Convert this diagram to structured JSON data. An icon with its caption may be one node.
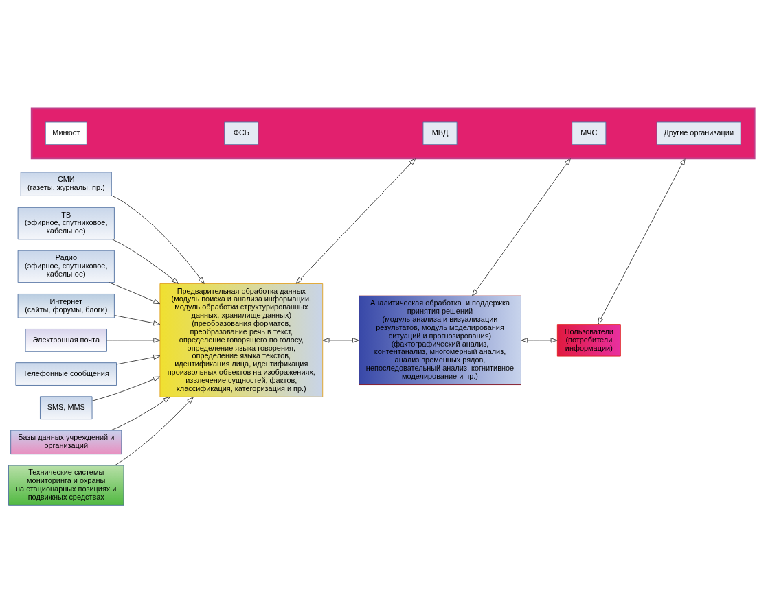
{
  "diagram": {
    "nodes": [
      {
        "text": [],
        "shape": "box"
      },
      {
        "text": [
          "Минюст"
        ],
        "in": 0
      },
      {
        "text": [
          "ФСБ"
        ],
        "in": 0
      },
      {
        "text": [
          "МВД"
        ],
        "in": 0
      },
      {
        "text": [
          "МЧС"
        ],
        "in": 0
      },
      {
        "text": [
          "Другие организации"
        ],
        "in": 0
      },
      {
        "text": [
          "СМИ",
          "(газеты, журналы, пр.)"
        ]
      },
      {
        "text": [
          "ТВ",
          "(эфирное, спутниковое, кабельное)"
        ]
      },
      {
        "text": [
          "Радио",
          "(эфирное, спутниковое, кабельное)"
        ]
      },
      {
        "text": [
          "Интернет",
          "(сайты, форумы, блоги)"
        ]
      },
      {
        "text": [
          "Электронная почта"
        ]
      },
      {
        "text": [
          "Телефонные сообщения"
        ]
      },
      {
        "text": [
          "SMS, MMS"
        ]
      },
      {
        "text": [
          "Базы данных учреждений и организаций"
        ]
      },
      {
        "text": [
          "Технические системы мониторинга и охраны",
          "на стационарных позициях и подвижных средствах"
        ]
      },
      {
        "text": [
          "Предварительная обработка данных",
          "(модуль поиска и анализа информации, модуль обработки структурированных данных, хранилище данных)",
          "(преобразования форматов, преобразование речь в текст, определение говорящего по голосу, определение языка говорения, определение языка текстов, идентификация лица, идентификация произвольных объектов на изображениях, извлечение сущностей, фактов, классификация, категоризация и пр.)"
        ]
      },
      {
        "text": [
          "Аналитическая обработка  и поддержка принятия решений",
          "(модуль анализа и визуализации результатов, модуль моделирования ситуаций и прогнозирования)",
          "(фактографический анализ, контентанализ, многомерный анализ, анализ временных рядов, непоследовательный анализ, когнитивное  моделирование и пр.)"
        ]
      },
      {
        "text": [
          "Пользователи",
          "(потребители информации)"
        ]
      }
    ],
    "edges": [
      {
        "from": 6,
        "to": 15,
        "arrow": "to"
      },
      {
        "from": 7,
        "to": 15,
        "arrow": "to"
      },
      {
        "from": 8,
        "to": 15,
        "arrow": "to"
      },
      {
        "from": 9,
        "to": 15,
        "arrow": "to"
      },
      {
        "from": 10,
        "to": 15,
        "arrow": "to"
      },
      {
        "from": 11,
        "to": 15,
        "arrow": "to"
      },
      {
        "from": 12,
        "to": 15,
        "arrow": "to"
      },
      {
        "from": 13,
        "to": 15,
        "arrow": "to"
      },
      {
        "from": 14,
        "to": 15,
        "arrow": "to"
      },
      {
        "from": 0,
        "to": 15,
        "arrow": "both"
      },
      {
        "from": 0,
        "to": 16,
        "arrow": "both"
      },
      {
        "from": 0,
        "to": 17,
        "arrow": "both"
      },
      {
        "from": 15,
        "to": 16,
        "arrow": "both"
      },
      {
        "from": 16,
        "to": 17,
        "arrow": "both"
      }
    ]
  }
}
